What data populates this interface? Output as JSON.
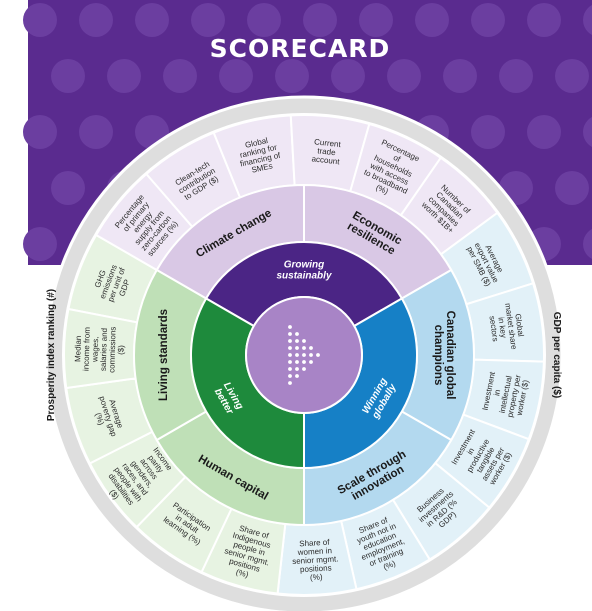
{
  "title": "SCORECARD",
  "colors": {
    "banner": "#5a2b8f",
    "banner_dots": "#6b3ea0",
    "ring_outer": "#dedede",
    "ring_outer_inner": "#ececec",
    "purple_dark": "#4b2585",
    "purple_light": "#d9c8e5",
    "purple_lightest": "#efe7f5",
    "green_dark": "#1e8a3c",
    "green_light": "#bfe0b7",
    "green_lightest": "#e7f3e2",
    "blue_dark": "#1680c6",
    "blue_light": "#b3d9ef",
    "blue_lightest": "#e2f1f8",
    "hub": "#a884c6"
  },
  "outer_labels": {
    "left": "Prosperity index ranking (#)",
    "right": "GDP per capita ($)"
  },
  "hub_icon": "triangle-of-dots-icon",
  "pillars": {
    "top": "Growing sustainably",
    "left": "Living better",
    "right": "Winning globally"
  },
  "themes": {
    "climate": "Climate change",
    "economic": "Economic resilience",
    "global_champions": "Canadian global champions",
    "scale": "Scale through innovation",
    "human": "Human capital",
    "living": "Living standards"
  },
  "indicators": {
    "ghg": "GHG emissions per unit of GDP",
    "primary_energy": "Percentage of primary energy supply from zero-carbon sources (%)",
    "cleantech": "Clean-tech contribution to GDP ($)",
    "sme": "Global ranking for financing of SMEs",
    "trade": "Current trade account",
    "broadband": "Percentage of households with access to broadband (%)",
    "canadian_firms": "Number of Canadian companies worth $1B+",
    "export": "Average export value per SMB ($)",
    "market_share": "Global market share in key sectors",
    "ip": "Investment in intellectual property per worker ($)",
    "tangible": "Investment in productive tangible assets per worker ($)",
    "rd": "Business investments in R&D (% GDP)",
    "youth": "Share of youth not in education employment, or training (%)",
    "women": "Share of women in senior mgmt. positions (%)",
    "indigenous": "Share of Indigenous people in senior mgmt. positions (%)",
    "adult_learning": "Participation in adult learning (%)",
    "income_parity": "Income parity across genders, races, and people with disabilities ($)",
    "poverty": "Average poverty gap (%)",
    "median_income": "Median income from wages, salaries and commissions ($)"
  }
}
